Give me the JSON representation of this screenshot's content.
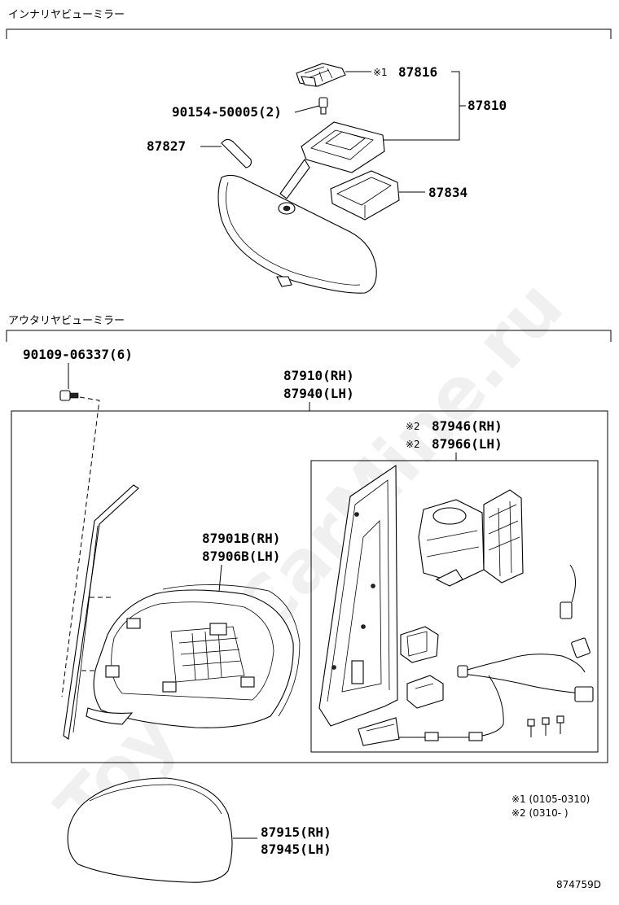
{
  "sections": {
    "interior_title": "インナリヤビューミラー",
    "exterior_title": "アウタリヤビューミラー"
  },
  "parts": {
    "p87816": "87816",
    "p87816_mark": "※1",
    "p87810": "87810",
    "p90154": "90154-50005(2)",
    "p87827": "87827",
    "p87834": "87834",
    "p90109": "90109-06337(6)",
    "p87910": "87910(RH)",
    "p87940": "87940(LH)",
    "p87946": "87946(RH)",
    "p87946_mark": "※2",
    "p87966": "87966(LH)",
    "p87966_mark": "※2",
    "p87901b": "87901B(RH)",
    "p87906b": "87906B(LH)",
    "p87915": "87915(RH)",
    "p87945": "87945(LH)"
  },
  "notes": {
    "n1": "※1 (0105-0310)",
    "n2": "※2 (0310-     )"
  },
  "figure_id": "874759D",
  "watermark": "ToyotaCarMine.ru"
}
